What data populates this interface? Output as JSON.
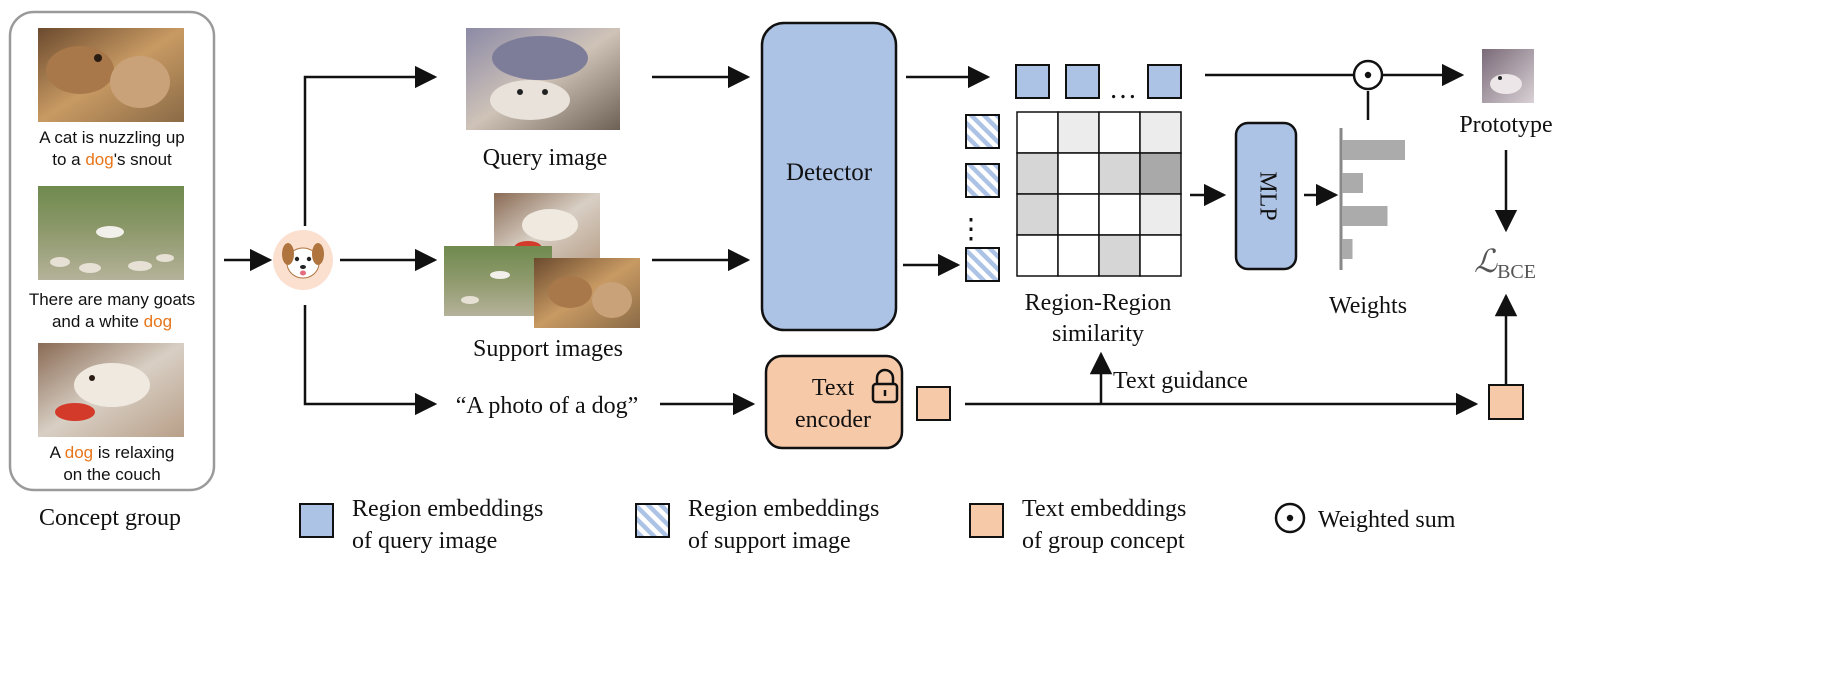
{
  "concept_group": {
    "title": "Concept group",
    "captions": [
      {
        "pre": "A cat is nuzzling up",
        "line2_pre": "to a ",
        "highlight": "dog",
        "line2_post": "'s snout"
      },
      {
        "pre": "There are many goats",
        "line2_pre": "and a white ",
        "highlight": "dog",
        "line2_post": ""
      },
      {
        "line1_pre": "A ",
        "highlight": "dog",
        "line1_post": " is relaxing",
        "line2": "on the couch"
      }
    ]
  },
  "labels": {
    "query_image": "Query image",
    "support_images": "Support images",
    "text_prompt": "“A photo of a dog”",
    "detector": "Detector",
    "text_encoder_line1": "Text",
    "text_encoder_line2": "encoder",
    "similarity_line1": "Region-Region",
    "similarity_line2": "similarity",
    "mlp": "MLP",
    "weights": "Weights",
    "prototype": "Prototype",
    "text_guidance": "Text guidance",
    "loss_main": "ℒ",
    "loss_sub": "BCE",
    "ellipsis_h": "…",
    "ellipsis_v": "⋮"
  },
  "legend": {
    "query_line1": "Region embeddings",
    "query_line2": "of query image",
    "support_line1": "Region embeddings",
    "support_line2": "of support image",
    "text_line1": "Text embeddings",
    "text_line2": "of group concept",
    "weighted_sum": "Weighted sum"
  },
  "colors": {
    "query_embedding": "#adc3e6",
    "support_stripe": "#adc3e6",
    "text_embedding": "#f6c9a8",
    "detector_fill": "#adc3e6",
    "highlight_text": "#e8751a",
    "weight_bar": "#ababab"
  },
  "similarity_grid": [
    [
      0,
      1,
      0,
      1
    ],
    [
      2,
      0,
      2,
      4
    ],
    [
      2,
      0,
      0,
      1
    ],
    [
      0,
      0,
      2,
      0
    ]
  ],
  "weights": [
    0.9,
    0.3,
    0.65,
    0.15
  ],
  "icons": [
    "dog-face-icon",
    "lock-icon",
    "dot-product-icon"
  ]
}
